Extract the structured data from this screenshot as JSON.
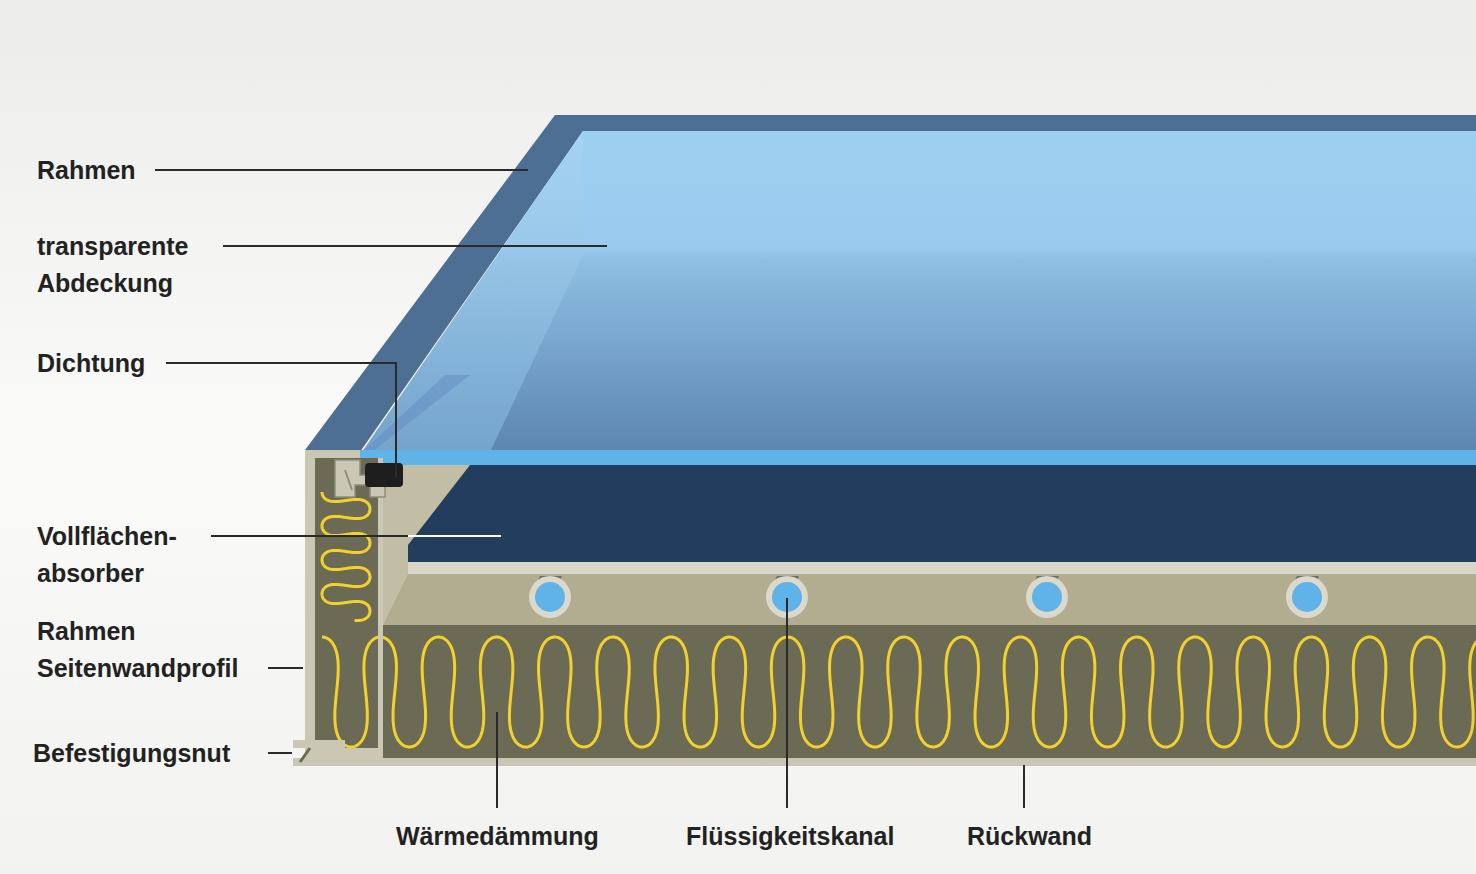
{
  "diagram": {
    "labels": [
      "Rahmen",
      "transparente Abdeckung",
      "Dichtung",
      "Vollflächen- absorber",
      "Rahmen Seitenwandprofil",
      "Befestigungsnut",
      "Wärmedämmung",
      "Flüssigkeitskanal",
      "Rückwand"
    ]
  }
}
